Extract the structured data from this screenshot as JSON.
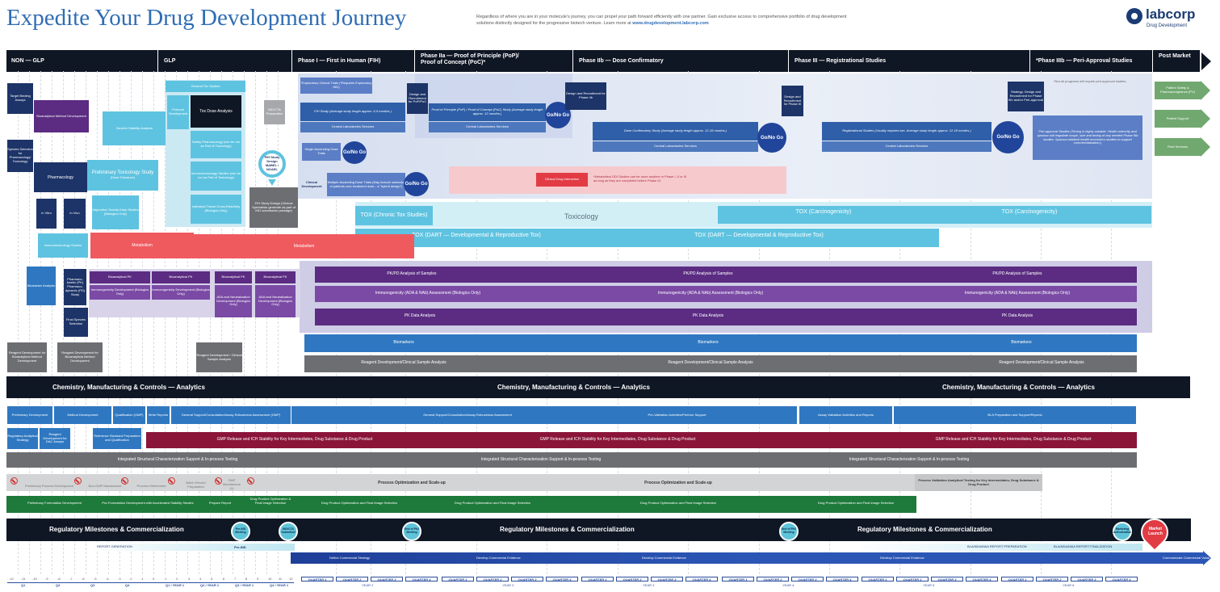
{
  "title": "Expedite Your Drug Development Journey",
  "intro": {
    "text": "Regardless of where you are in your molecule's journey, you can propel your path forward efficiently with one partner. Gain exclusive access to comprehensive portfolio of drug development solutions distinctly designed for the progressive biotech venture. Learn more at",
    "link": "www.drugdevelopment.labcorp.com"
  },
  "logo": {
    "name": "labcorp",
    "sub": "Drug Development"
  },
  "phases": [
    "NON — GLP",
    "GLP",
    "Phase I — First in Human (FIH)",
    "Phase IIa — Proof of Principle (PoP)/ Proof of Concept (PoC)*",
    "Phase IIb — Dose Confirmatory",
    "Phase III — Registrational Studies",
    "*Phase IIIb — Peri-Approval Studies",
    "Post Market"
  ],
  "postmarket": [
    "Patient Safety & Pharmacovigilance (PV)",
    "Patient Support",
    "Field Services"
  ],
  "nonglp": {
    "target": "Target Binding Assays",
    "bioanalytical": "Bioanalytical Method Development",
    "species": "Species Selection for Pharmacology/ Toxicology",
    "pharmacology": "Pharmacology",
    "invitro": "In Vitro",
    "invivo": "In Vivo",
    "nuclear": "Nuclear Stability Analysis",
    "prelim_tox": "Preliminary Toxicology Study",
    "prelim_tox_sub": "(Dose Tolerance)",
    "adjunct": "Adjunctive Toxicity Early Studies (Biologics Only)",
    "immunotox": "Immunotoxicology Studies",
    "metabolism": "Metabolism",
    "biomarker": "Biomarker Analysis",
    "pkpd": "Pharmaco-kinetic (PK) Pharmaco-dynamic (PD) Study",
    "final_species": "Final Species Selection",
    "reagent1": "Reagent Development for Bioanalytical Method Development",
    "reagent2": "Reagent Development for Bioanalytical Method Development"
  },
  "glp": {
    "general_tox": "General Tox Studies",
    "protocol": "Protocol Development",
    "toxdose": "Tox Dose Analysis",
    "safety_pharm": "Safety Pharmacology (can be run as Part of Toxicology)",
    "immunotox": "Immunotoxicology Studies (can be run as Part of Toxicology)",
    "individual": "Individual Tissue Cross-Reactivity (Biologics Only)",
    "ind_prep": "IND/CTA Preparation",
    "fih_design": "FIH Study Design MABEL / NOAEL",
    "fih_design2": "FIH Study Design (Clinical Specialists generate as part of IND submission package)",
    "reagent_glp": "Reagent Development / Clinical Sample Analysis"
  },
  "clinical": {
    "exploratory": "*Exploratory Clinical Trials (*Requires Exploratory IND)",
    "fih_study": "FIH Study (Average study length approx. 6-9 months.)",
    "central1": "Central Laboratories Services",
    "single": "Single Ascending Dose Trials",
    "multiple": "Multiple Ascending Dose Trials (May include subset(s) of patients over treatment dose - a \"hybrid design\")",
    "clinical_dev": "Clinical Development",
    "design_pop": "Design and Recruitment for PoP/PoC",
    "pop_study": "Proof of Principle (PoP) / Proof of Concept (PoC) Study (Average study length approx. 12 months.)",
    "central2": "Central Laboratories Services",
    "design_2b": "Design and Recruitment for Phase IIb",
    "dose_study": "Dose Confirmatory Study (Average study length approx. 12-18 months.)",
    "central3": "Central Laboratories Services",
    "design_3": "Design and Recruitment for Phase III",
    "reg_study": "Registrational Studies (Usually requires two. Average study length approx. 12-18 months.)",
    "central4": "Central Laboratories Services",
    "strategy_3b": "Strategy, Design and Recruitment for Phase IIIb and/or Peri-approval",
    "not_all": "*Not all programs will require peri-approval studies.",
    "peri": "Peri-approval Studies (Timing is highly variable. Health authority and sponsor will negotiate scope, size and timing of any needed Phase IIIb studies. Sponsor-initiated health economics studies to support commercialization.)",
    "gonogo": "Go/No Go",
    "ddi": "Clinical Drug Interaction",
    "ddi_note": "*Metabolism DDI Studies can be done anytime in Phase I, II or III as long as they are completed before Phase III."
  },
  "toxicology": {
    "chronic": "TOX (Chronic Tox Studies)",
    "label": "Toxicology",
    "carcino1": "TOX (Carcinogenicity)",
    "carcino2": "TOX (Carcinogenicity)",
    "dart1": "TOX (DART — Developmental & Reproductive Tox)",
    "dart2": "TOX (DART — Developmental & Reproductive Tox)",
    "metabolism": "Metabolism"
  },
  "bioanalytical": {
    "pk": "Bioanalytical PK",
    "immuno": "Immunogenicity Development (Biologics Only)",
    "immuno2": "ADA and Neutralization Development (Biologics Only)",
    "pkpd_samples": "PK/PD Analysis of Samples",
    "immuno_assess": "Immunogenicity (ADA & NAb) Assessment (Biologics Only)",
    "pk_data": "PK Data Analysis",
    "biomarkers": "Biomarkers",
    "reagent_csa": "Reagent Development/Clinical Sample Analysis"
  },
  "cmc": {
    "title": "Chemistry, Manufacturing & Controls — Analytics",
    "prelim_dev": "Preliminary Development",
    "method_dev": "Method Development",
    "qualification": "Qualification (GMP)",
    "write_reports": "Write Reports",
    "general_support_gmp": "General Support/Consultation/Assay Robustness Assessment (GMP)",
    "general_support": "General Support/Consultation/Assay Robustness Assessment",
    "prevalidation": "Pre-Validation Activities/Perform Support",
    "assay_validation": "Assay Validation Activities and Reports",
    "bla_prep": "BLA Preparation and Support/Reports",
    "reg_strategy": "Regulatory Analytical Strategy",
    "reagent_elisa": "Reagent Development for DAC Assays",
    "ref_standard": "Reference Standard Preparation and Qualification",
    "gmp_release": "GMP Release and ICH Stability for Key Intermediates, Drug Substance & Drug Product",
    "structural": "Integrated Structural Characterization Support & In-process Testing",
    "prelim_process": "Preliminary Process Development",
    "non_gmp": "Non-GMP Manufacture",
    "process_refine": "Process Refinement",
    "batch_record": "Batch Record Preparation",
    "gmp_manu": "GMP Manufacture (1)",
    "process_opt": "Process Optimization and Scale-up",
    "process_val": "Process Validation Analytical Testing for Key Intermediates, Drug Substance & Drug Product",
    "prelim_form": "Preliminary Formulation Development",
    "preform": "Pre-Formulation Development with Accelerated Stability Studies",
    "prepare_report": "Prepare Report",
    "dp_opt_small": "Drug Product Optimization & Final Image Selection",
    "dp_opt": "Drug Product Optimization and Final Image Selection"
  },
  "regulatory": {
    "title": "Regulatory Milestones & Commercialization",
    "m1": "Pre-IND Meeting",
    "m2": "IND/CTA Submitted",
    "m3": "End of Ph2 Meeting",
    "m4": "End of Ph2 Meeting",
    "m5": "Marketing Authorization",
    "launch": "Market Launch",
    "report_gen": "REPORT GENERATION",
    "pre_ind": "Pre-IND",
    "define": "Define Commercial Strategy",
    "develop": "Develop Commercial Evidence",
    "bla_report_prep": "BLA/NDA/MAA REPORT PREPARATION",
    "bla_report_final": "BLA/NDA/MAA REPORT FINALIZATION",
    "communicate": "Communicate Commercial Value"
  },
  "timeline": {
    "months": [
      "-12",
      "-11",
      "-10",
      "-9",
      "-8",
      "-7",
      "-6",
      "-5",
      "-4",
      "-3",
      "-2",
      "-1",
      "0",
      "1",
      "2",
      "3",
      "4",
      "5",
      "6",
      "7",
      "8",
      "9",
      "10",
      "11",
      "12"
    ],
    "quarters_pre": [
      "Q1",
      "Q2",
      "Q3",
      "Q4",
      "Q1 / YEAR 1",
      "Q2 / YEAR 1",
      "Q3 / YEAR 1",
      "Q4 / YEAR 1"
    ],
    "quarters": [
      "QUARTER 1",
      "QUARTER 2",
      "QUARTER 3",
      "QUARTER 4"
    ],
    "years": [
      "YEAR 2",
      "YEAR 3",
      "YEAR 4",
      "YEAR 5",
      "YEAR 6"
    ]
  }
}
